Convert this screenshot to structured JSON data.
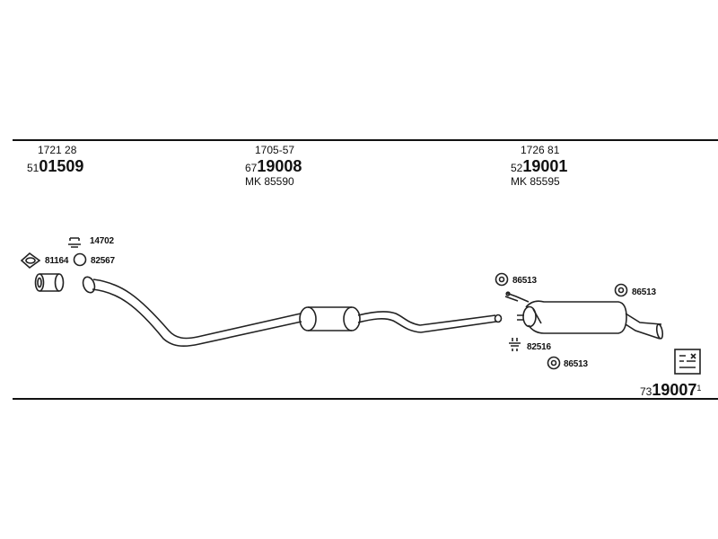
{
  "header": {
    "parts": [
      {
        "ref": "1721 28",
        "pn_prefix": "51",
        "pn_main": "01509",
        "mk": ""
      },
      {
        "ref": "1705-57",
        "pn_prefix": "67",
        "pn_main": "19008",
        "mk": "MK 85590"
      },
      {
        "ref": "1726 81",
        "pn_prefix": "52",
        "pn_main": "19001",
        "mk": "MK 85595"
      }
    ]
  },
  "callouts": {
    "c14702": "14702",
    "c81164": "81164",
    "c82567": "82567",
    "c86513a": "86513",
    "c86513b": "86513",
    "c86513c": "86513",
    "c82516": "82516"
  },
  "footer": {
    "pn_prefix": "73",
    "pn_main": "19007",
    "pn_suffix": "1"
  },
  "colors": {
    "line": "#111111",
    "background": "#ffffff"
  },
  "icons": [
    "clamp-icon",
    "gasket-icon",
    "bolt-icon",
    "hanger-icon",
    "rubber-mount-icon",
    "catalog-icon"
  ]
}
